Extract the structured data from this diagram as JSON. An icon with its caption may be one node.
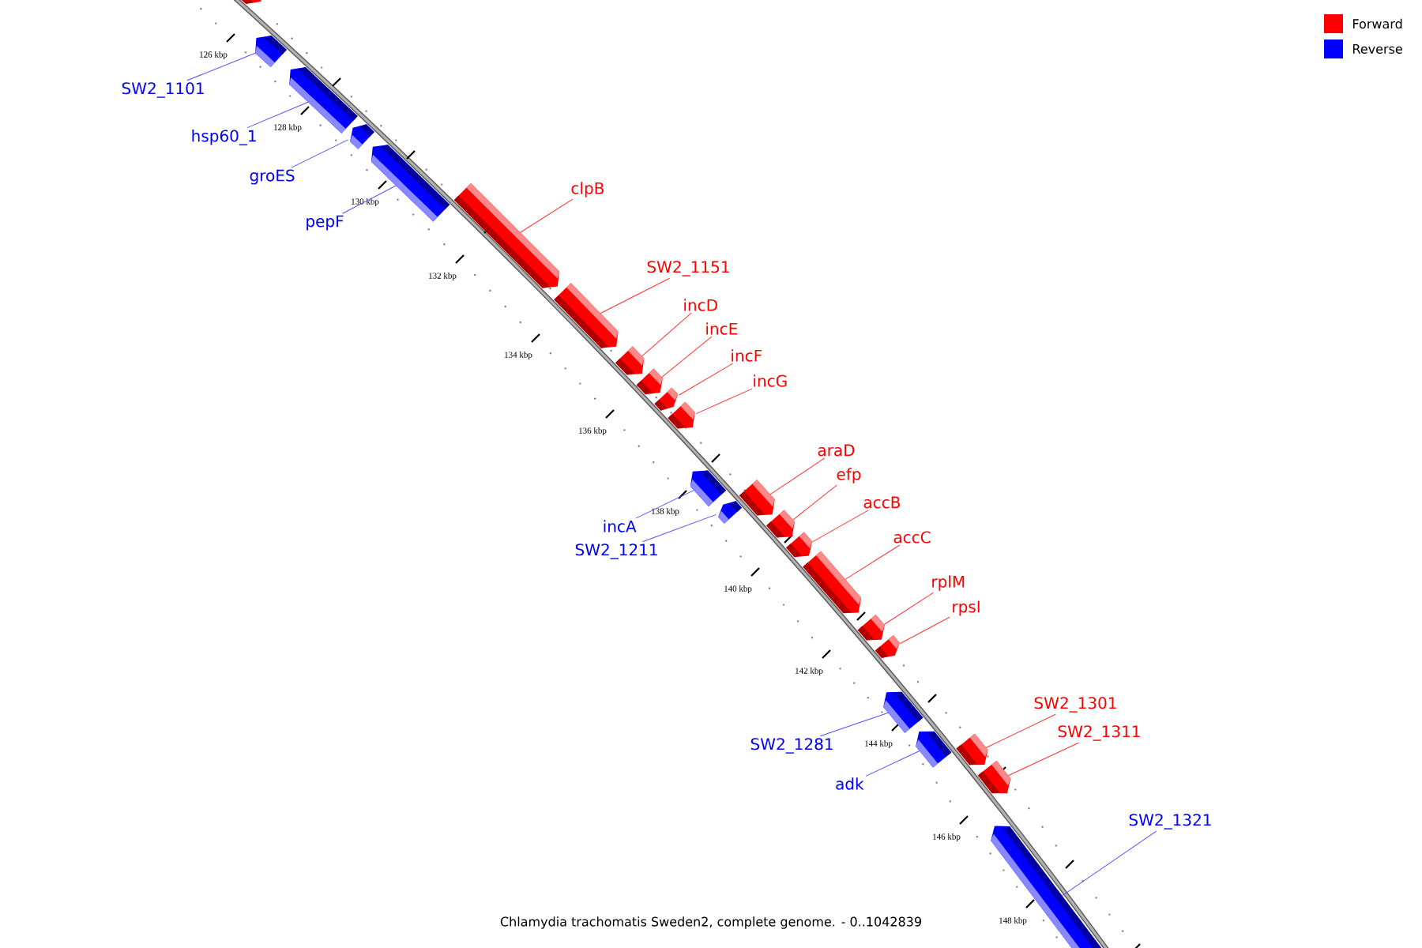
{
  "diagram": {
    "caption": "Chlamydia trachomatis Sweden2, complete genome. - 0..1042839",
    "nodes": [
      {
        "text": [],
        "shape": "box"
      },
      {
        "text": [
          "SW2_1101"
        ]
      },
      {
        "text": [],
        "shape": "box"
      },
      {
        "text": [
          "hsp60_1"
        ]
      },
      {
        "text": [],
        "shape": "box"
      },
      {
        "text": [
          "groES"
        ]
      },
      {
        "text": [],
        "shape": "box"
      },
      {
        "text": [
          "pepF"
        ]
      },
      {
        "text": [],
        "shape": "box"
      },
      {
        "text": [
          "clpB"
        ]
      },
      {
        "text": [],
        "shape": "box"
      },
      {
        "text": [
          "SW2_1151"
        ]
      },
      {
        "text": [],
        "shape": "box"
      },
      {
        "text": [
          "incD"
        ]
      },
      {
        "text": [],
        "shape": "box"
      },
      {
        "text": [
          "incE"
        ]
      },
      {
        "text": [],
        "shape": "box"
      },
      {
        "text": [
          "incF"
        ]
      },
      {
        "text": [],
        "shape": "box"
      },
      {
        "text": [
          "incG"
        ]
      },
      {
        "text": [],
        "shape": "box"
      },
      {
        "text": [
          "incA"
        ]
      },
      {
        "text": [],
        "shape": "box"
      },
      {
        "text": [
          "SW2_1211"
        ]
      },
      {
        "text": [],
        "shape": "box"
      },
      {
        "text": [
          "araD"
        ]
      },
      {
        "text": [],
        "shape": "box"
      },
      {
        "text": [
          "efp"
        ]
      },
      {
        "text": [],
        "shape": "box"
      },
      {
        "text": [
          "accB"
        ]
      },
      {
        "text": [],
        "shape": "box"
      },
      {
        "text": [
          "accC"
        ]
      },
      {
        "text": [],
        "shape": "box"
      },
      {
        "text": [
          "rplM"
        ]
      },
      {
        "text": [],
        "shape": "box"
      },
      {
        "text": [
          "rpsI"
        ]
      },
      {
        "text": [],
        "shape": "box"
      },
      {
        "text": [
          "SW2_1281"
        ]
      },
      {
        "text": [],
        "shape": "box"
      },
      {
        "text": [
          "adk"
        ]
      },
      {
        "text": [],
        "shape": "box"
      },
      {
        "text": [
          "SW2_1301"
        ]
      },
      {
        "text": [],
        "shape": "box"
      },
      {
        "text": [
          "SW2_1311"
        ]
      },
      {
        "text": [],
        "shape": "box"
      },
      {
        "text": [
          "SW2_1321"
        ]
      },
      {
        "text": [],
        "shape": "box"
      }
    ],
    "edges": [
      {
        "from": 1,
        "to": 2,
        "arrow": "none",
        "color": "#5050ff"
      },
      {
        "from": 3,
        "to": 4,
        "arrow": "none",
        "color": "#5050ff"
      },
      {
        "from": 5,
        "to": 6,
        "arrow": "none",
        "color": "#5050ff"
      },
      {
        "from": 7,
        "to": 8,
        "arrow": "none",
        "color": "#5050ff"
      },
      {
        "from": 9,
        "to": 10,
        "arrow": "none"
      },
      {
        "from": 11,
        "to": 12,
        "arrow": "none"
      },
      {
        "from": 13,
        "to": 14,
        "arrow": "none"
      },
      {
        "from": 15,
        "to": 16,
        "arrow": "none"
      },
      {
        "from": 17,
        "to": 18,
        "arrow": "none"
      },
      {
        "from": 19,
        "to": 20,
        "arrow": "none"
      },
      {
        "from": 21,
        "to": 22,
        "arrow": "none",
        "color": "#5050ff"
      },
      {
        "from": 23,
        "to": 24,
        "arrow": "none",
        "color": "#5050ff"
      },
      {
        "from": 25,
        "to": 26,
        "arrow": "none"
      },
      {
        "from": 27,
        "to": 28,
        "arrow": "none"
      },
      {
        "from": 29,
        "to": 30,
        "arrow": "none"
      },
      {
        "from": 31,
        "to": 32,
        "arrow": "none"
      },
      {
        "from": 33,
        "to": 34,
        "arrow": "none"
      },
      {
        "from": 35,
        "to": 36,
        "arrow": "none"
      },
      {
        "from": 37,
        "to": 38,
        "arrow": "none",
        "color": "#5050ff"
      },
      {
        "from": 39,
        "to": 40,
        "arrow": "none",
        "color": "#5050ff"
      },
      {
        "from": 41,
        "to": 42,
        "arrow": "none"
      },
      {
        "from": 43,
        "to": 44,
        "arrow": "none"
      },
      {
        "from": 45,
        "to": 46,
        "arrow": "none",
        "color": "#5050ff"
      }
    ],
    "labels": [
      "126 kbp",
      "128 kbp",
      "130 kbp",
      "132 kbp",
      "134 kbp",
      "136 kbp",
      "138 kbp",
      "140 kbp",
      "142 kbp",
      "144 kbp",
      "146 kbp",
      "148 kbp"
    ],
    "legend": [
      {
        "text": "Forward",
        "color": "#ff0000"
      },
      {
        "text": "Reverse",
        "color": "#0000ff"
      }
    ]
  }
}
